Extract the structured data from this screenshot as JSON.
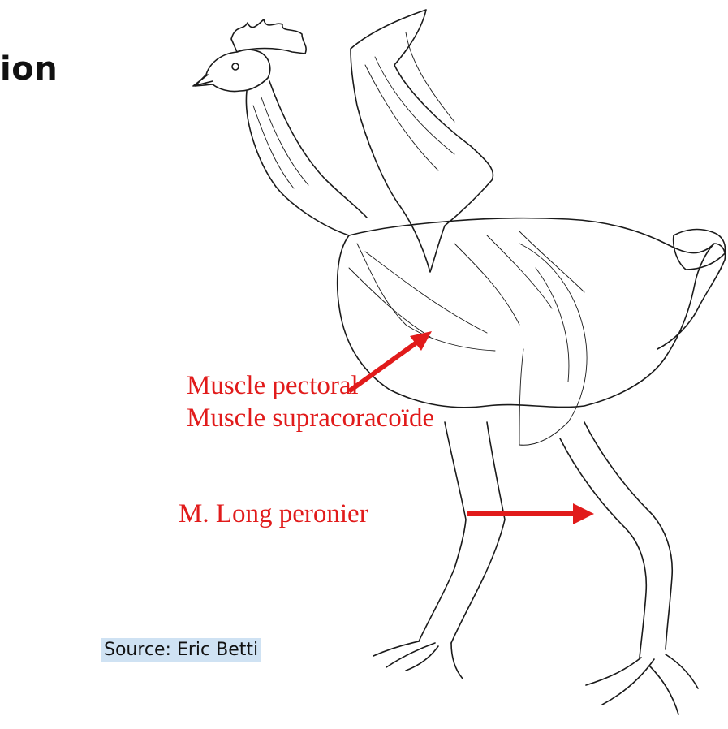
{
  "heading": {
    "fragment": "ion"
  },
  "labels": {
    "pectoral": "Muscle pectoral",
    "supracoracoide": "Muscle supracoracoïde",
    "peronier": "M. Long peronier"
  },
  "source": "Source: Eric Betti",
  "colors": {
    "label": "#e11b1b",
    "source_bg": "#cfe2f3",
    "ink": "#1a1a1a"
  }
}
